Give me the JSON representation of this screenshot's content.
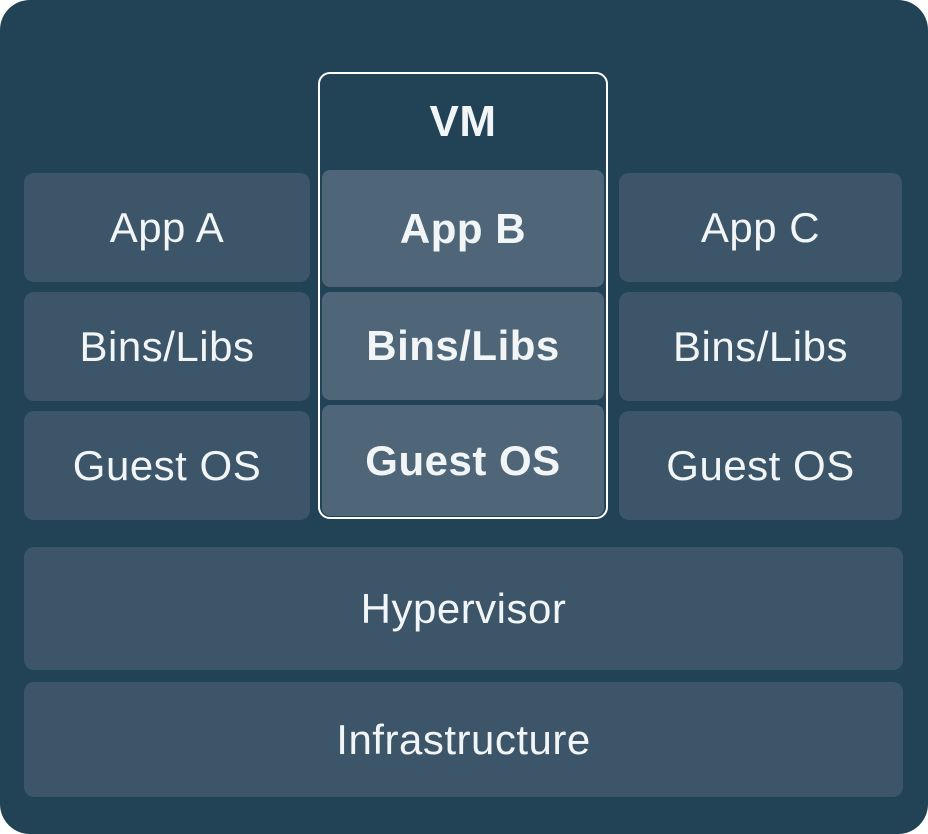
{
  "diagram": {
    "vm_label": "VM",
    "stacks": [
      {
        "name": "stack-a",
        "highlighted": false,
        "cells": [
          "App A",
          "Bins/Libs",
          "Guest OS"
        ]
      },
      {
        "name": "stack-b",
        "highlighted": true,
        "cells": [
          "App B",
          "Bins/Libs",
          "Guest OS"
        ]
      },
      {
        "name": "stack-c",
        "highlighted": false,
        "cells": [
          "App C",
          "Bins/Libs",
          "Guest OS"
        ]
      }
    ],
    "base_layers": [
      "Hypervisor",
      "Infrastructure"
    ],
    "colors": {
      "canvas_background": "#224355",
      "cell_fill": "#3c5568",
      "highlight_cell_fill": "#4e6678",
      "vm_border": "#ffffff",
      "text": "#f2f5f6"
    }
  }
}
